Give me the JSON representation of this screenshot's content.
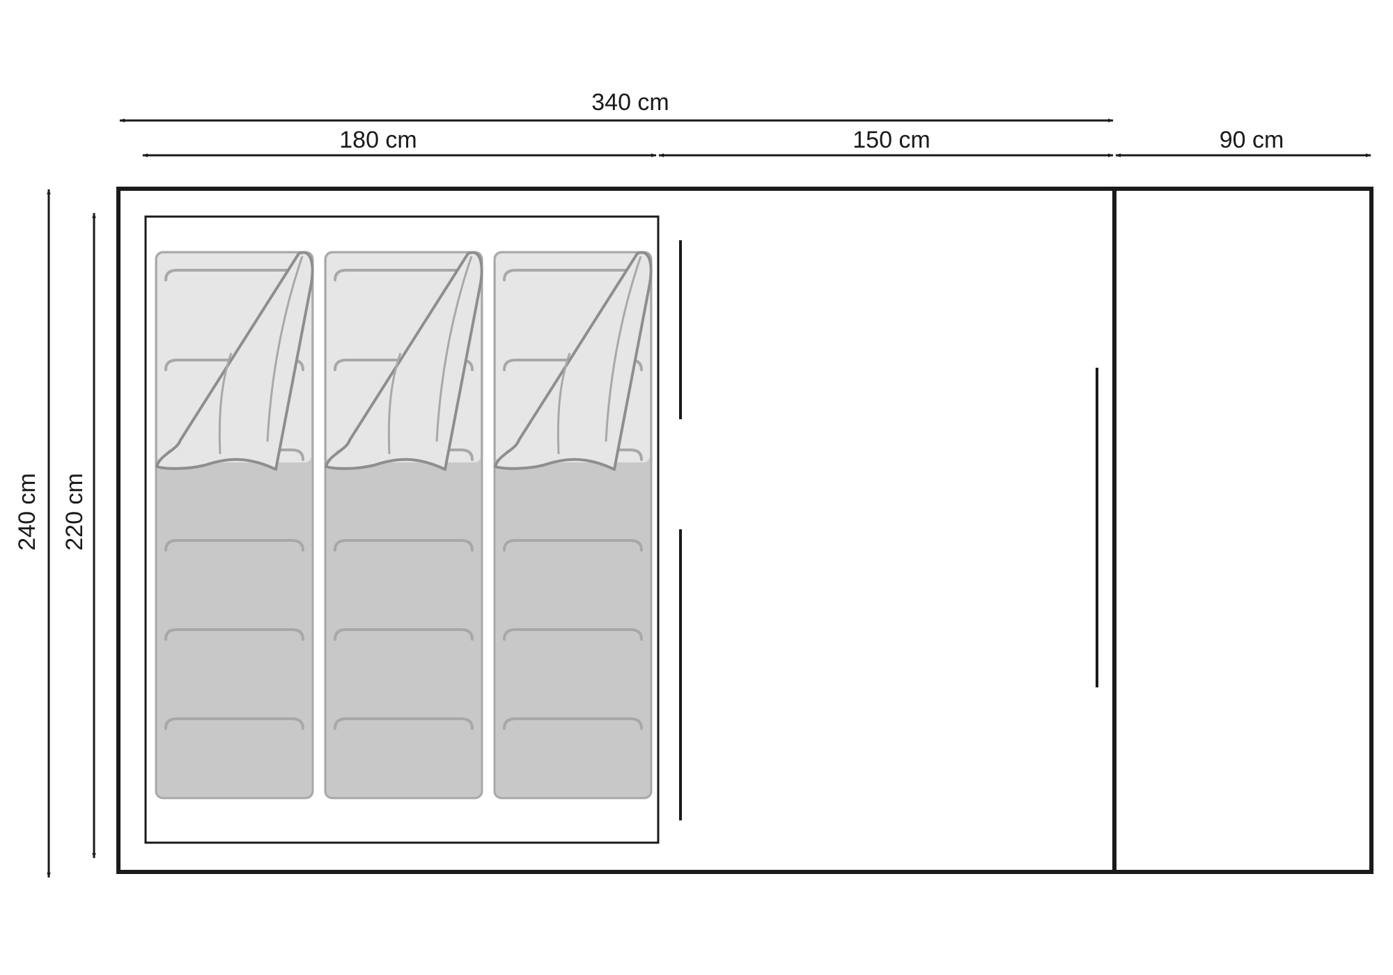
{
  "dimensions": {
    "total_width": "340 cm",
    "sleeping_cabin_width": "180 cm",
    "living_area_width": "150 cm",
    "porch_width": "90 cm",
    "total_depth": "240 cm",
    "cabin_depth": "220 cm"
  },
  "sleeping_bag_count": 3,
  "colors": {
    "outline": "#1a1a1a",
    "bag_fill": "#c8c8c8",
    "bag_flap": "#e6e6e6",
    "bag_stroke": "#8e8e8e",
    "bag_edge": "#a8a8a8"
  }
}
